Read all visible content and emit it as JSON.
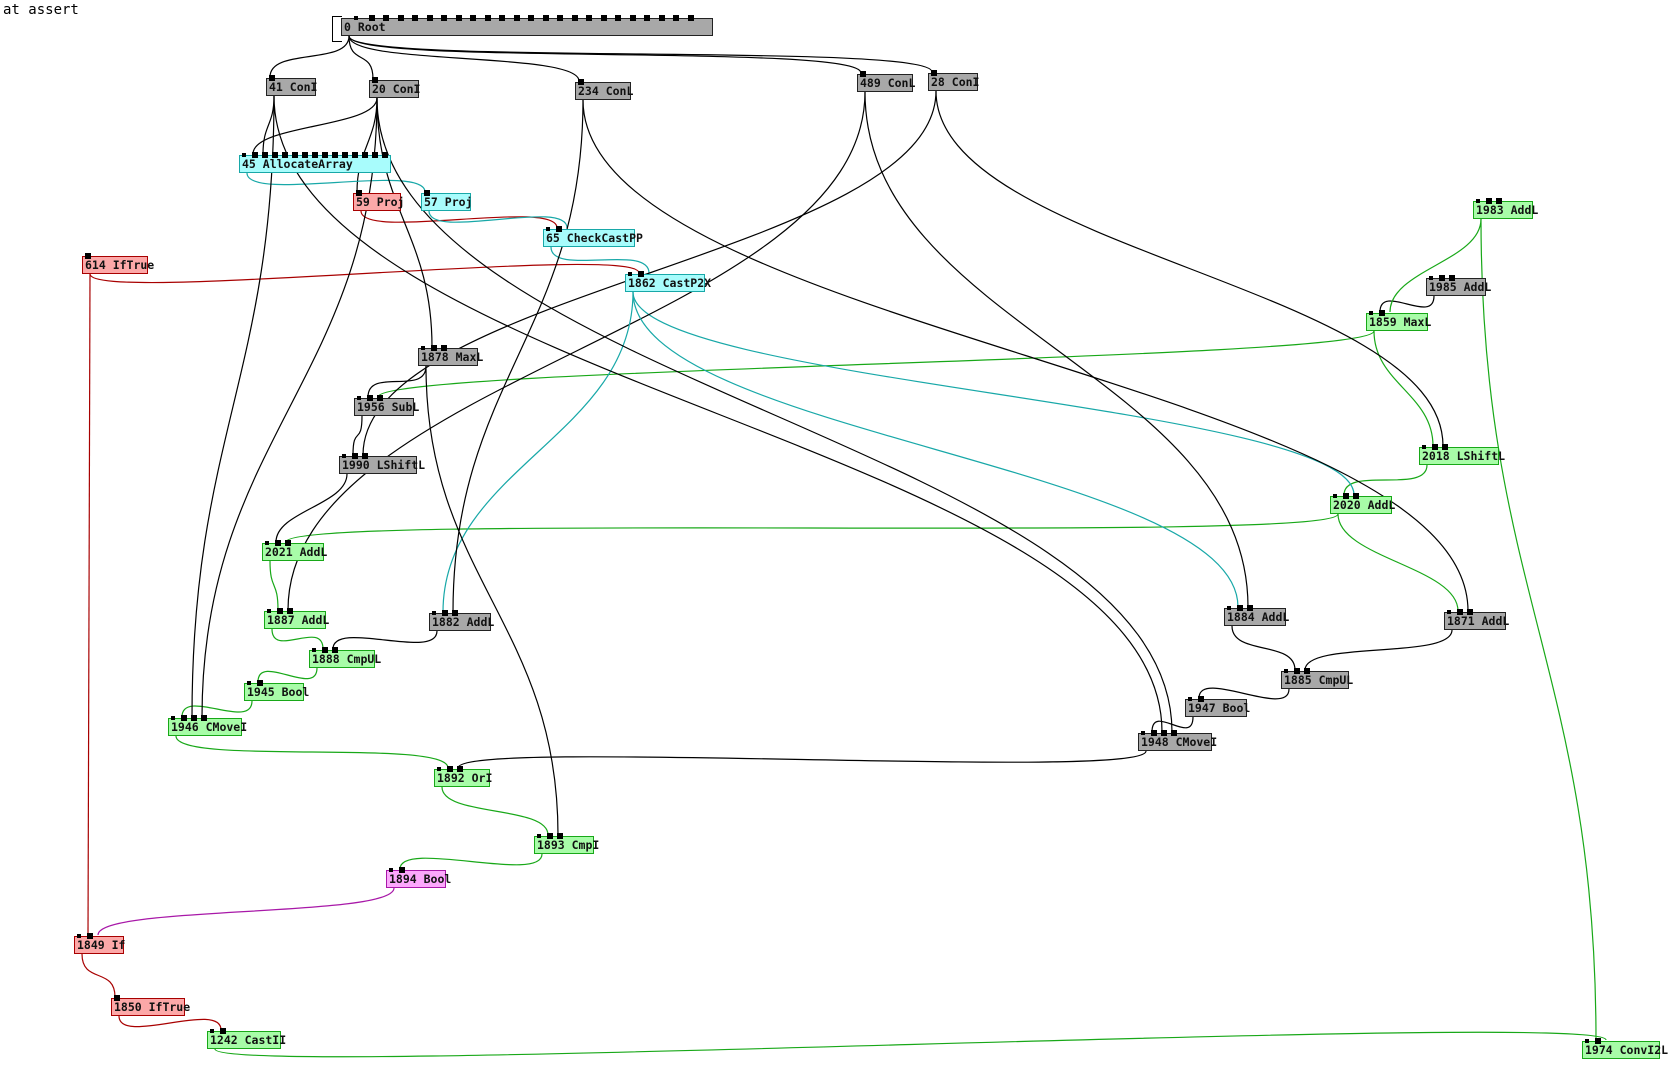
{
  "title": "at assert",
  "colors": {
    "gray": "#a8a8a8",
    "cyan": "#a8fcfc",
    "red": "#fca8a8",
    "green": "#a8fca8",
    "magenta": "#fca8fc",
    "edge_black": "#000000",
    "edge_cyan": "#18a8a8",
    "edge_red": "#a80000",
    "edge_green": "#18a818",
    "edge_magenta": "#a818a8"
  },
  "nodes": [
    {
      "id": "0",
      "label": "0 Root",
      "color": "gray"
    },
    {
      "id": "41",
      "label": "41 ConI",
      "color": "gray"
    },
    {
      "id": "20",
      "label": "20 ConI",
      "color": "gray"
    },
    {
      "id": "234",
      "label": "234 ConL",
      "color": "gray"
    },
    {
      "id": "489",
      "label": "489 ConL",
      "color": "gray"
    },
    {
      "id": "28",
      "label": "28 ConI",
      "color": "gray"
    },
    {
      "id": "45",
      "label": "45 AllocateArray",
      "color": "cyan"
    },
    {
      "id": "59",
      "label": "59 Proj",
      "color": "red"
    },
    {
      "id": "57",
      "label": "57 Proj",
      "color": "cyan"
    },
    {
      "id": "65",
      "label": "65 CheckCastPP",
      "color": "cyan"
    },
    {
      "id": "614",
      "label": "614 IfTrue",
      "color": "red"
    },
    {
      "id": "1862",
      "label": "1862 CastP2X",
      "color": "cyan"
    },
    {
      "id": "1983",
      "label": "1983 AddL",
      "color": "green"
    },
    {
      "id": "1985",
      "label": "1985 AddL",
      "color": "gray"
    },
    {
      "id": "1859",
      "label": "1859 MaxL",
      "color": "green"
    },
    {
      "id": "1878",
      "label": "1878 MaxL",
      "color": "gray"
    },
    {
      "id": "1956",
      "label": "1956 SubL",
      "color": "gray"
    },
    {
      "id": "1990",
      "label": "1990 LShiftL",
      "color": "gray"
    },
    {
      "id": "2018",
      "label": "2018 LShiftL",
      "color": "green"
    },
    {
      "id": "2020",
      "label": "2020 AddL",
      "color": "green"
    },
    {
      "id": "2021",
      "label": "2021 AddL",
      "color": "green"
    },
    {
      "id": "1887",
      "label": "1887 AddL",
      "color": "green"
    },
    {
      "id": "1882",
      "label": "1882 AddL",
      "color": "gray"
    },
    {
      "id": "1884",
      "label": "1884 AddL",
      "color": "gray"
    },
    {
      "id": "1871",
      "label": "1871 AddL",
      "color": "gray"
    },
    {
      "id": "1888",
      "label": "1888 CmpUL",
      "color": "green"
    },
    {
      "id": "1885",
      "label": "1885 CmpUL",
      "color": "gray"
    },
    {
      "id": "1945",
      "label": "1945 Bool",
      "color": "green"
    },
    {
      "id": "1947",
      "label": "1947 Bool",
      "color": "gray"
    },
    {
      "id": "1946",
      "label": "1946 CMoveI",
      "color": "green"
    },
    {
      "id": "1948",
      "label": "1948 CMoveI",
      "color": "gray"
    },
    {
      "id": "1892",
      "label": "1892 OrI",
      "color": "green"
    },
    {
      "id": "1893",
      "label": "1893 CmpI",
      "color": "green"
    },
    {
      "id": "1894",
      "label": "1894 Bool",
      "color": "magenta"
    },
    {
      "id": "1849",
      "label": "1849 If",
      "color": "red"
    },
    {
      "id": "1850",
      "label": "1850 IfTrue",
      "color": "red"
    },
    {
      "id": "1242",
      "label": "1242 CastII",
      "color": "green"
    },
    {
      "id": "1974",
      "label": "1974 ConvI2L",
      "color": "green"
    }
  ],
  "edges": [
    {
      "from": "0",
      "to": "41",
      "color": "edge_black"
    },
    {
      "from": "0",
      "to": "20",
      "color": "edge_black"
    },
    {
      "from": "0",
      "to": "234",
      "color": "edge_black"
    },
    {
      "from": "0",
      "to": "489",
      "color": "edge_black"
    },
    {
      "from": "0",
      "to": "28",
      "color": "edge_black"
    },
    {
      "from": "20",
      "to": "45",
      "color": "edge_black"
    },
    {
      "from": "41",
      "to": "45",
      "color": "edge_black"
    },
    {
      "from": "20",
      "to": "59",
      "color": "edge_black"
    },
    {
      "from": "45",
      "to": "57",
      "color": "edge_cyan"
    },
    {
      "from": "59",
      "to": "65",
      "color": "edge_red"
    },
    {
      "from": "57",
      "to": "65",
      "color": "edge_cyan"
    },
    {
      "from": "614",
      "to": "1862",
      "color": "edge_red"
    },
    {
      "from": "65",
      "to": "1862",
      "color": "edge_cyan"
    },
    {
      "from": "20",
      "to": "1878",
      "color": "edge_black"
    },
    {
      "from": "1878",
      "to": "1956",
      "color": "edge_black"
    },
    {
      "from": "1859",
      "to": "1956",
      "color": "edge_green"
    },
    {
      "from": "1956",
      "to": "1990",
      "color": "edge_black"
    },
    {
      "from": "28",
      "to": "1990",
      "color": "edge_black"
    },
    {
      "from": "1985",
      "to": "1859",
      "color": "edge_black"
    },
    {
      "from": "1983",
      "to": "1859",
      "color": "edge_green"
    },
    {
      "from": "1859",
      "to": "2018",
      "color": "edge_green"
    },
    {
      "from": "28",
      "to": "2018",
      "color": "edge_black"
    },
    {
      "from": "2018",
      "to": "2020",
      "color": "edge_green"
    },
    {
      "from": "1862",
      "to": "2020",
      "color": "edge_cyan"
    },
    {
      "from": "1990",
      "to": "2021",
      "color": "edge_black"
    },
    {
      "from": "2020",
      "to": "2021",
      "color": "edge_green"
    },
    {
      "from": "2021",
      "to": "1887",
      "color": "edge_green"
    },
    {
      "from": "489",
      "to": "1887",
      "color": "edge_black"
    },
    {
      "from": "1862",
      "to": "1882",
      "color": "edge_cyan"
    },
    {
      "from": "234",
      "to": "1882",
      "color": "edge_black"
    },
    {
      "from": "1862",
      "to": "1884",
      "color": "edge_cyan"
    },
    {
      "from": "489",
      "to": "1884",
      "color": "edge_black"
    },
    {
      "from": "2020",
      "to": "1871",
      "color": "edge_green"
    },
    {
      "from": "234",
      "to": "1871",
      "color": "edge_black"
    },
    {
      "from": "1887",
      "to": "1888",
      "color": "edge_green"
    },
    {
      "from": "1882",
      "to": "1888",
      "color": "edge_black"
    },
    {
      "from": "1884",
      "to": "1885",
      "color": "edge_black"
    },
    {
      "from": "1871",
      "to": "1885",
      "color": "edge_black"
    },
    {
      "from": "1888",
      "to": "1945",
      "color": "edge_green"
    },
    {
      "from": "1885",
      "to": "1947",
      "color": "edge_black"
    },
    {
      "from": "1945",
      "to": "1946",
      "color": "edge_green"
    },
    {
      "from": "41",
      "to": "1946",
      "color": "edge_black"
    },
    {
      "from": "20",
      "to": "1946",
      "color": "edge_black"
    },
    {
      "from": "1947",
      "to": "1948",
      "color": "edge_black"
    },
    {
      "from": "41",
      "to": "1948",
      "color": "edge_black"
    },
    {
      "from": "20",
      "to": "1948",
      "color": "edge_black"
    },
    {
      "from": "1946",
      "to": "1892",
      "color": "edge_green"
    },
    {
      "from": "1948",
      "to": "1892",
      "color": "edge_black"
    },
    {
      "from": "1892",
      "to": "1893",
      "color": "edge_green"
    },
    {
      "from": "1878",
      "to": "1893",
      "color": "edge_black"
    },
    {
      "from": "1893",
      "to": "1894",
      "color": "edge_green"
    },
    {
      "from": "614",
      "to": "1849",
      "color": "edge_red"
    },
    {
      "from": "1894",
      "to": "1849",
      "color": "edge_magenta"
    },
    {
      "from": "1849",
      "to": "1850",
      "color": "edge_red"
    },
    {
      "from": "1850",
      "to": "1242",
      "color": "edge_red"
    },
    {
      "from": "1983",
      "to": "1974",
      "color": "edge_green"
    },
    {
      "from": "1242",
      "to": "1974",
      "color": "edge_green"
    }
  ]
}
